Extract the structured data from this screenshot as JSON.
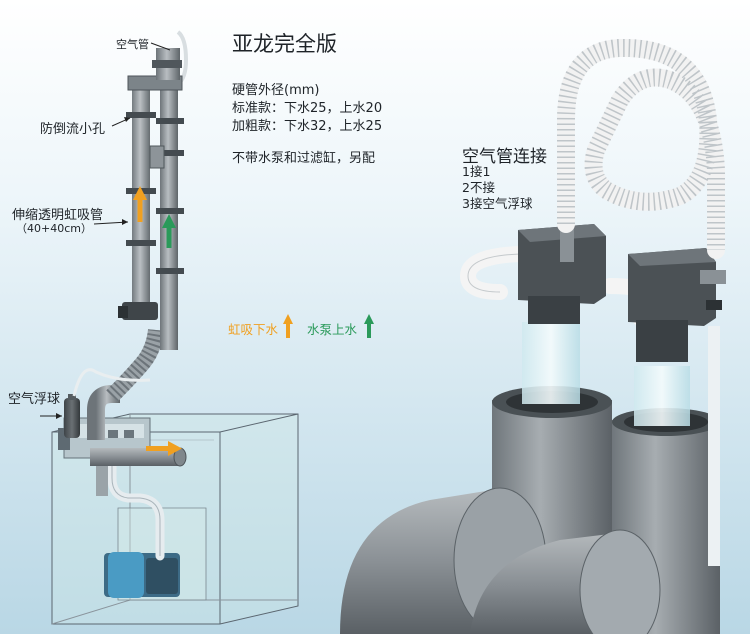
{
  "title": "亚龙完全版",
  "specs": [
    "硬管外径(mm)",
    "标准款：下水25，上水20",
    "加粗款：下水32，上水25"
  ],
  "note": "不带水泵和过滤缸，另配",
  "air_connection": {
    "title": "空气管连接",
    "options": [
      "1接1",
      "2不接",
      "3接空气浮球"
    ]
  },
  "labels": {
    "air_tube": "空气管",
    "anti_backflow_hole": "防倒流小孔",
    "telescopic_siphon_line1": "伸缩透明虹吸管",
    "telescopic_siphon_line2": "（40+40cm）",
    "air_float": "空气浮球",
    "siphon_down": "虹吸下水",
    "pump_up": "水泵上水"
  },
  "colors": {
    "siphon_arrow": "#f0a020",
    "pump_arrow": "#2a9a5a",
    "pipe": "#8f969b",
    "white_hose": "#f4f4f4"
  },
  "icons": [
    "up-arrow-icon",
    "right-arrow-icon"
  ]
}
